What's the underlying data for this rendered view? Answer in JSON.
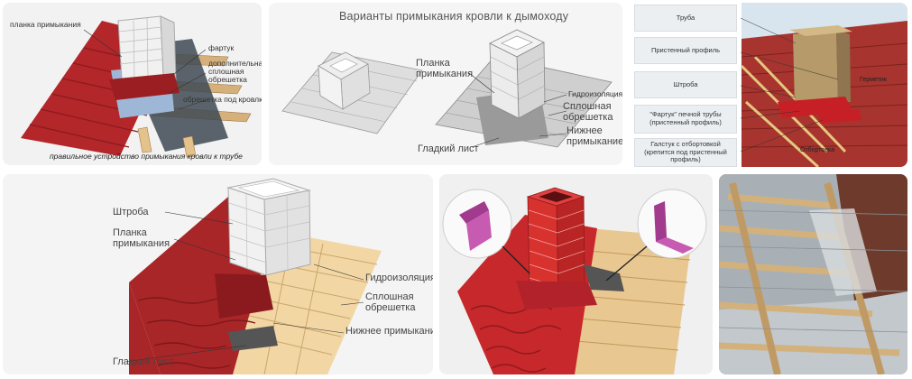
{
  "tile1": {
    "labels": {
      "plank": "планка примыкания",
      "apron": "фартук",
      "extra_batten": "дополнительная\nсплошная\nобрешетка",
      "batten": "обрешетка под кровлю"
    },
    "caption": "правильное устройство примыкания кровли к трубе"
  },
  "tile2": {
    "title": "Варианты примыкания кровли к дымоходу",
    "labels": {
      "plank": "Планка\nпримыкания",
      "waterproof": "Гидроизоляция",
      "solid_batten": "Сплошная\nобрешетка",
      "lower": "Нижнее\nпримыкание",
      "smooth": "Гладкий лист"
    }
  },
  "tile3": {
    "list": [
      "Труба",
      "Пристенный профиль",
      "Штроба",
      "\"Фартук\" печной трубы\n(пристенный профиль)",
      "Галстук с отбортовкой\n(крепится под пристенный\nпрофиль)"
    ],
    "photo_labels": {
      "ermatik": "Герметик",
      "otbortovka": "Отбортовка"
    }
  },
  "tile4": {
    "labels": {
      "shtroba": "Штроба",
      "plank": "Планка\nпримыкания",
      "waterproof": "Гидроизоляция",
      "solid_batten": "Сплошная\nобрешетка",
      "lower": "Нижнее примыкание",
      "smooth": "Гладкий лист"
    }
  },
  "colors": {
    "roof_red": "#b3262a",
    "brick_red": "#d8322e",
    "wood": "#e7c48a",
    "metal_purple": "#a23a8e"
  }
}
